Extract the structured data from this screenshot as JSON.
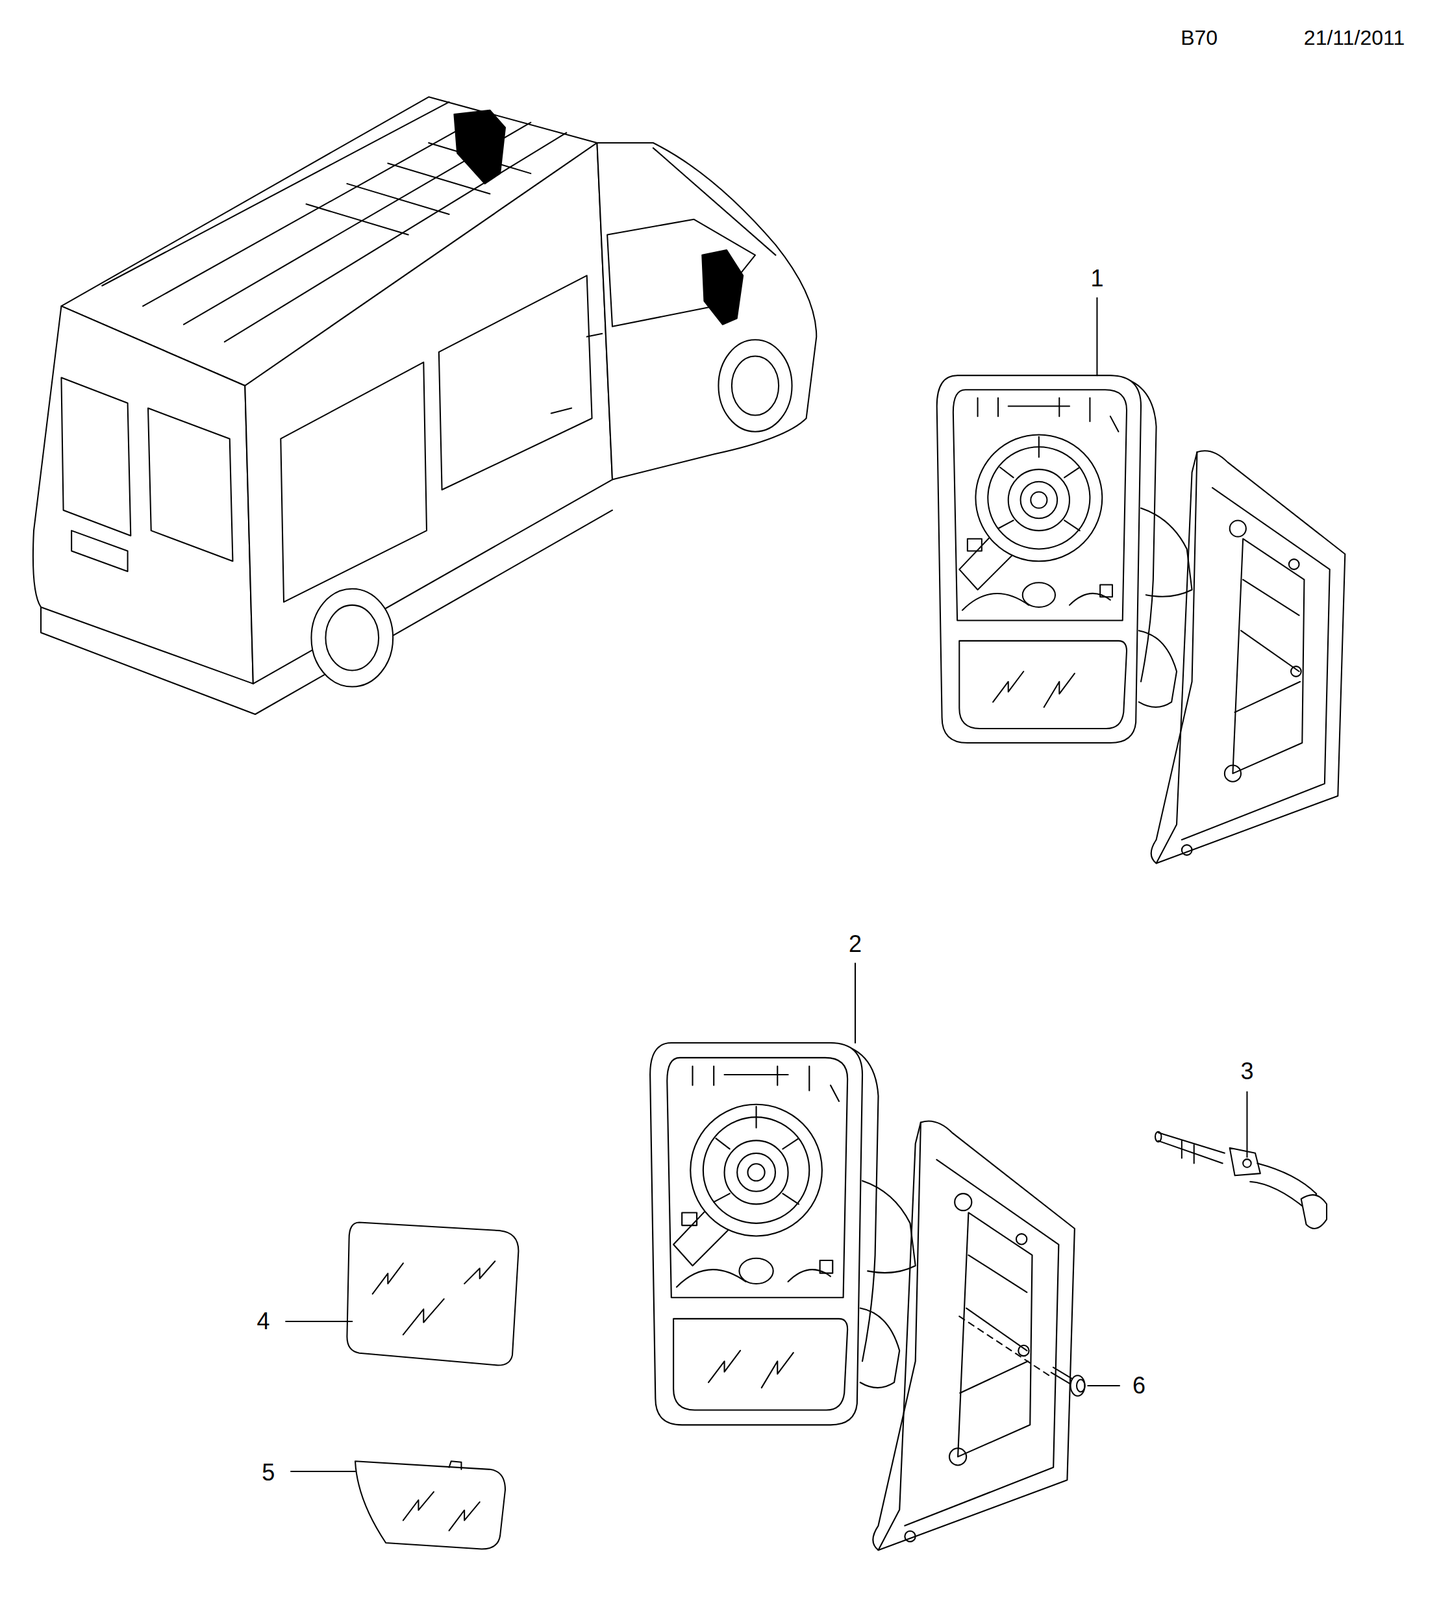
{
  "diagram": {
    "labels": [
      "B70",
      "21/11/2011",
      "1",
      "2",
      "3",
      "4",
      "5",
      "6"
    ]
  }
}
